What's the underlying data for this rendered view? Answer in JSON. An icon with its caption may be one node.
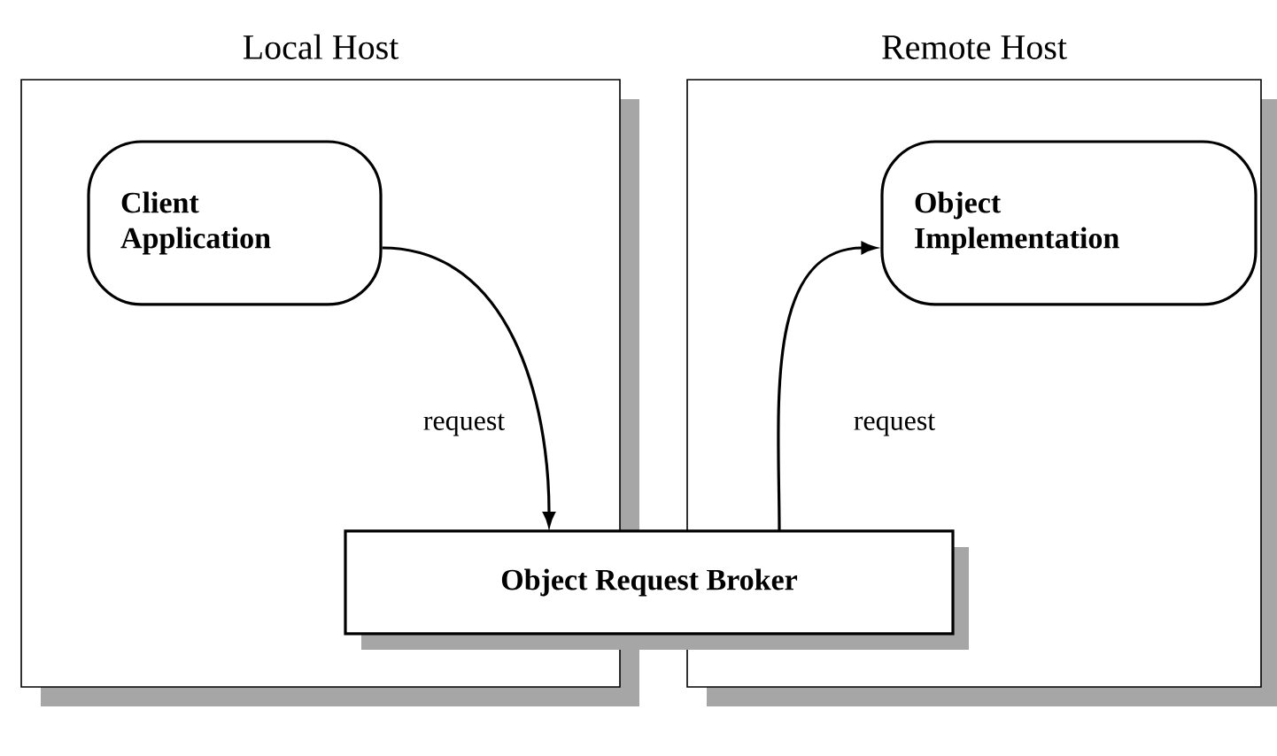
{
  "diagram": {
    "nodes": [
      {
        "text": [
          "Local Host"
        ]
      },
      {
        "text": [
          "Client Application"
        ],
        "in": 0
      },
      {
        "text": [
          "Remote Host"
        ]
      },
      {
        "text": [
          "Object Implementation"
        ],
        "in": 2
      },
      {
        "text": [
          "Object Request Broker"
        ]
      }
    ],
    "edges": [
      {
        "from": 1,
        "to": 4,
        "arrow": "to",
        "label": "request"
      },
      {
        "from": 4,
        "to": 3,
        "arrow": "to",
        "label": "request"
      }
    ]
  }
}
